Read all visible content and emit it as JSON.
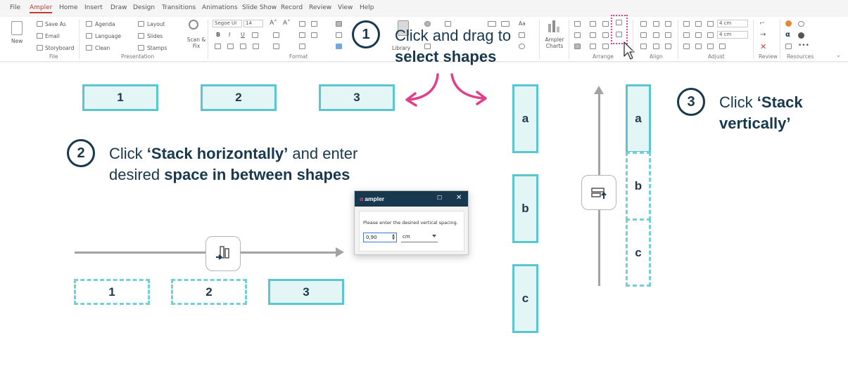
{
  "ribbon": {
    "tabs": [
      "File",
      "Ampler",
      "Home",
      "Insert",
      "Draw",
      "Design",
      "Transitions",
      "Animations",
      "Slide Show",
      "Record",
      "Review",
      "View",
      "Help"
    ],
    "active_tab": "Ampler",
    "file_group": {
      "new_label": "New",
      "items": [
        "Save As",
        "Email",
        "Storyboard"
      ],
      "group_label": "File"
    },
    "presentation_group": {
      "items": [
        "Agenda",
        "Language",
        "Clean",
        "Layout",
        "Slides",
        "Stamps"
      ],
      "scan_fix_label": "Scan & Fix",
      "group_label": "Presentation"
    },
    "format_group": {
      "font_name": "Segoe UI",
      "font_size": "14",
      "group_label": "Format"
    },
    "library_label": "Library",
    "ampler_charts_label": "Ampler Charts",
    "arrange_label": "Arrange",
    "align_label": "Align",
    "adjust_group": {
      "value_1": "4 cm",
      "value_2": "4 cm",
      "group_label": "Adjust"
    },
    "review_label": "Review",
    "resources_label": "Resources"
  },
  "shapes": {
    "top_row": [
      "1",
      "2",
      "3"
    ],
    "bottom_row": [
      "1",
      "2",
      "3"
    ],
    "column_before": [
      "a",
      "b",
      "c"
    ],
    "column_after": [
      "a",
      "b",
      "c"
    ]
  },
  "steps": {
    "step1": {
      "number": "1",
      "text_plain": "Click and drag to",
      "text_bold": "select shapes"
    },
    "step2": {
      "number": "2",
      "text_prefix": "Click ",
      "text_bold_1": "‘Stack horizontally’",
      "text_middle": " and enter",
      "text_line2_plain": "desired ",
      "text_bold_2": "space in between shapes"
    },
    "step3": {
      "number": "3",
      "text_plain": "Click ",
      "text_bold_1": "‘Stack",
      "text_bold_2": "vertically’"
    }
  },
  "dialog": {
    "logo_text": "ampler",
    "logo_mark": "α",
    "maximize_glyph": "☐",
    "close_glyph": "✕",
    "prompt": "Please enter the desired vertical spacing.",
    "value": "0,90",
    "unit": "cm"
  },
  "colors": {
    "accent_teal": "#5cc6d0",
    "shape_fill": "#e4f5f6",
    "navy": "#17384d",
    "pink": "#e0408a",
    "gray_arrow": "#a3a3a3"
  }
}
